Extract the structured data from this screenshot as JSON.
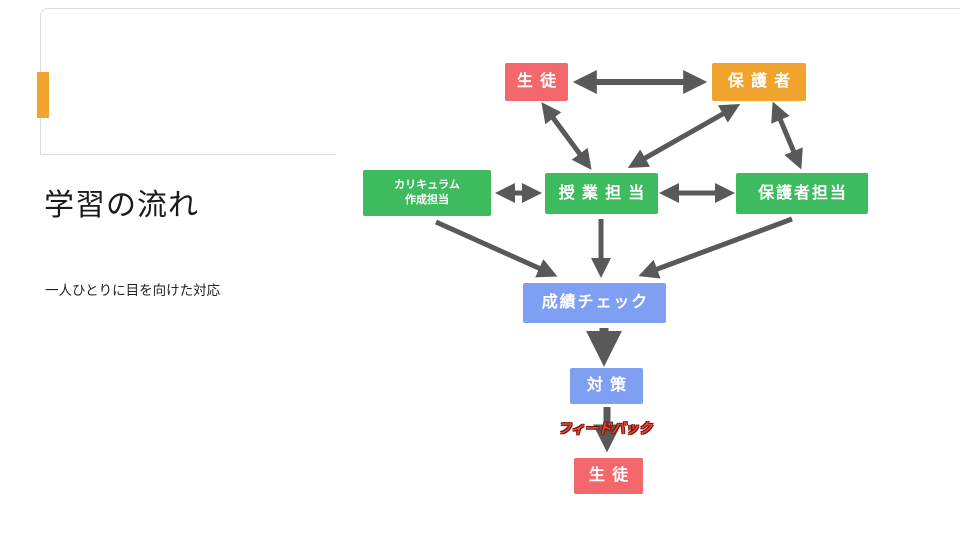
{
  "slide": {
    "title": "学習の流れ",
    "subtitle": "一人ひとりに目を向けた対応"
  },
  "colors": {
    "red": "#f2686c",
    "orange": "#f0a42e",
    "green": "#3eba5f",
    "blue": "#7f9ff2",
    "arrow": "#595959",
    "feedback_text": "#f4442e",
    "accent_bar": "#f0a42e"
  },
  "diagram": {
    "nodes": {
      "student_top": {
        "label": "生徒"
      },
      "guardian": {
        "label": "保護者"
      },
      "curriculum_staff": {
        "label": "カリキュラム\n作成担当"
      },
      "class_staff": {
        "label": "授業担当"
      },
      "guardian_staff": {
        "label": "保護者担当"
      },
      "grade_check": {
        "label": "成績チェック"
      },
      "measures": {
        "label": "対策"
      },
      "student_bottom": {
        "label": "生徒"
      }
    },
    "feedback_label": "フィードバック"
  }
}
